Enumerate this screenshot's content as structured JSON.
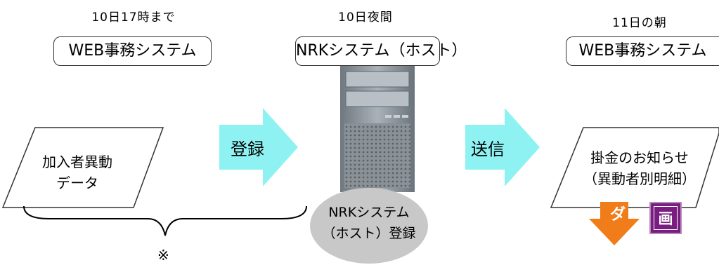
{
  "left": {
    "time": "10日17時まで",
    "system": "WEB事務システム",
    "document_line1": "加入者異動",
    "document_line2": "データ",
    "note_mark": "※"
  },
  "middle": {
    "time": "10日夜間",
    "system": "NRKシステム（ホスト）",
    "ellipse_line1": "NRKシステム",
    "ellipse_line2": "（ホスト）登録"
  },
  "right": {
    "time": "11日の朝",
    "system": "WEB事務システム",
    "document_line1": "掛金のお知らせ",
    "document_line2": "（異動者別明細）",
    "download_badge": "ダ",
    "screen_badge": "画"
  },
  "arrows": {
    "register": "登録",
    "send": "送信"
  },
  "colors": {
    "arrow_fill": "#8ff2f2",
    "ellipse_fill": "#c8c8c8",
    "download_orange": "#f07d1a",
    "screen_purple": "#7a1d80"
  }
}
